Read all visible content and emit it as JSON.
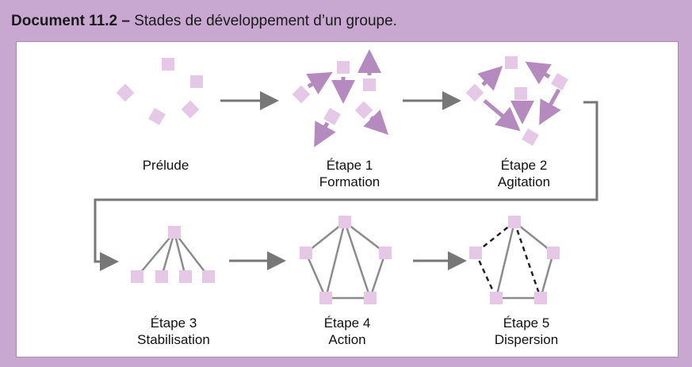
{
  "heading": {
    "label": "Document 11.2",
    "separator": " – ",
    "text": "Stades de développement d’un groupe."
  },
  "stages": [
    {
      "id": "prelude",
      "line1": "Prélude",
      "line2": ""
    },
    {
      "id": "etape1",
      "line1": "Étape 1",
      "line2": "Formation"
    },
    {
      "id": "etape2",
      "line1": "Étape 2",
      "line2": "Agitation"
    },
    {
      "id": "etape3",
      "line1": "Étape 3",
      "line2": "Stabilisation"
    },
    {
      "id": "etape4",
      "line1": "Étape 4",
      "line2": "Action"
    },
    {
      "id": "etape5",
      "line1": "Étape 5",
      "line2": "Dispersion"
    }
  ],
  "colors": {
    "frame": "#c8a7d1",
    "node": "#e4c8e6",
    "arrow_purple": "#b58bbf",
    "connector_gray": "#8c8c8c",
    "flow_arrow": "#777777"
  }
}
